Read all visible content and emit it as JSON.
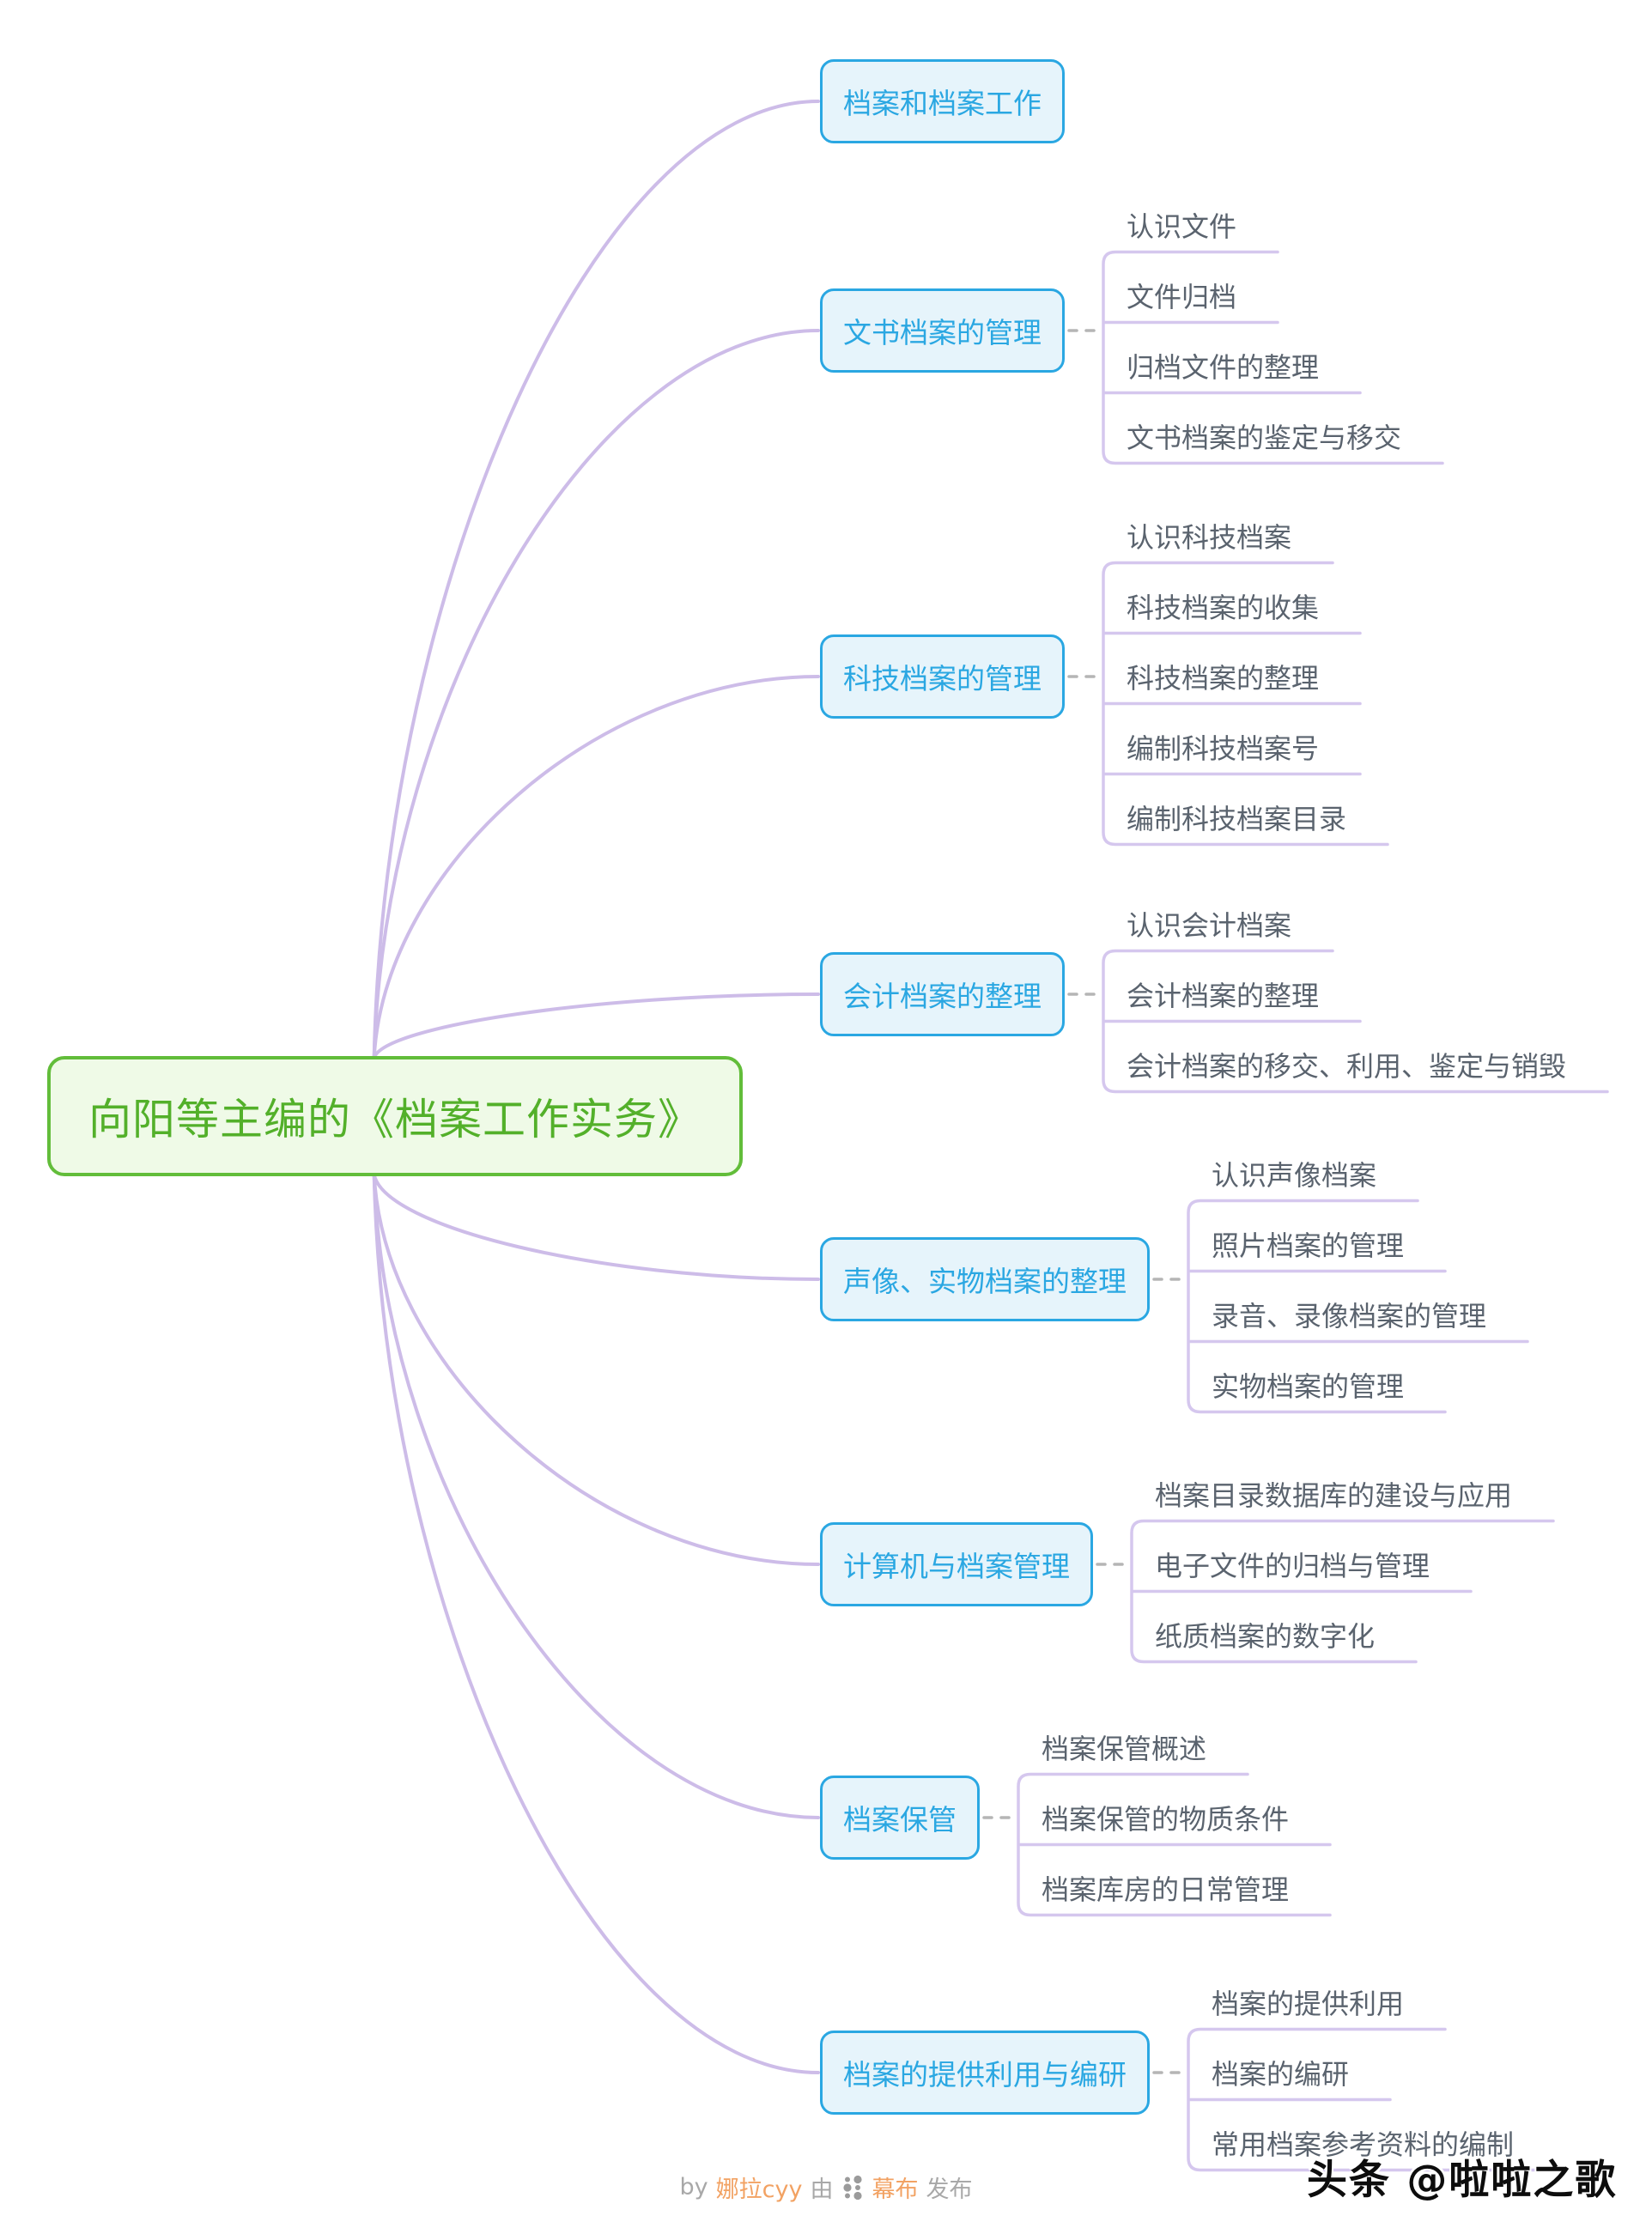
{
  "root": {
    "label": "向阳等主编的《档案工作实务》"
  },
  "branches": [
    {
      "label": "档案和档案工作",
      "children": []
    },
    {
      "label": "文书档案的管理",
      "children": [
        "认识文件",
        "文件归档",
        "归档文件的整理",
        "文书档案的鉴定与移交"
      ]
    },
    {
      "label": "科技档案的管理",
      "children": [
        "认识科技档案",
        "科技档案的收集",
        "科技档案的整理",
        "编制科技档案号",
        "编制科技档案目录"
      ]
    },
    {
      "label": "会计档案的整理",
      "children": [
        "认识会计档案",
        "会计档案的整理",
        "会计档案的移交、利用、鉴定与销毁"
      ]
    },
    {
      "label": "声像、实物档案的整理",
      "children": [
        "认识声像档案",
        "照片档案的管理",
        "录音、录像档案的管理",
        "实物档案的管理"
      ]
    },
    {
      "label": "计算机与档案管理",
      "children": [
        "档案目录数据库的建设与应用",
        "电子文件的归档与管理",
        "纸质档案的数字化"
      ]
    },
    {
      "label": "档案保管",
      "children": [
        "档案保管概述",
        "档案保管的物质条件",
        "档案库房的日常管理"
      ]
    },
    {
      "label": "档案的提供利用与编研",
      "children": [
        "档案的提供利用",
        "档案的编研",
        "常用档案参考资料的编制"
      ]
    }
  ],
  "footer": {
    "by": "by",
    "author": "娜拉cyy",
    "via": "由",
    "platform": "幕布",
    "publish": "发布",
    "logo_icon": "mubu-dots-icon"
  },
  "watermark": {
    "text": "头条 @啦啦之歌"
  },
  "colors": {
    "node_blue": "#2aa7e2",
    "node_blue_fill": "#e6f4fb",
    "root_green": "#53b02a",
    "root_green_border": "#62bd3a",
    "root_green_fill": "#effae7",
    "child_text": "#5a636e",
    "line_purple": "#d5c7ee",
    "curve_purple": "#cdbce8",
    "dash_gray": "#b5b5b5",
    "footer_gray": "#a8a8a8",
    "footer_orange": "#f2a263",
    "watermark_black": "#0d0d0d"
  }
}
